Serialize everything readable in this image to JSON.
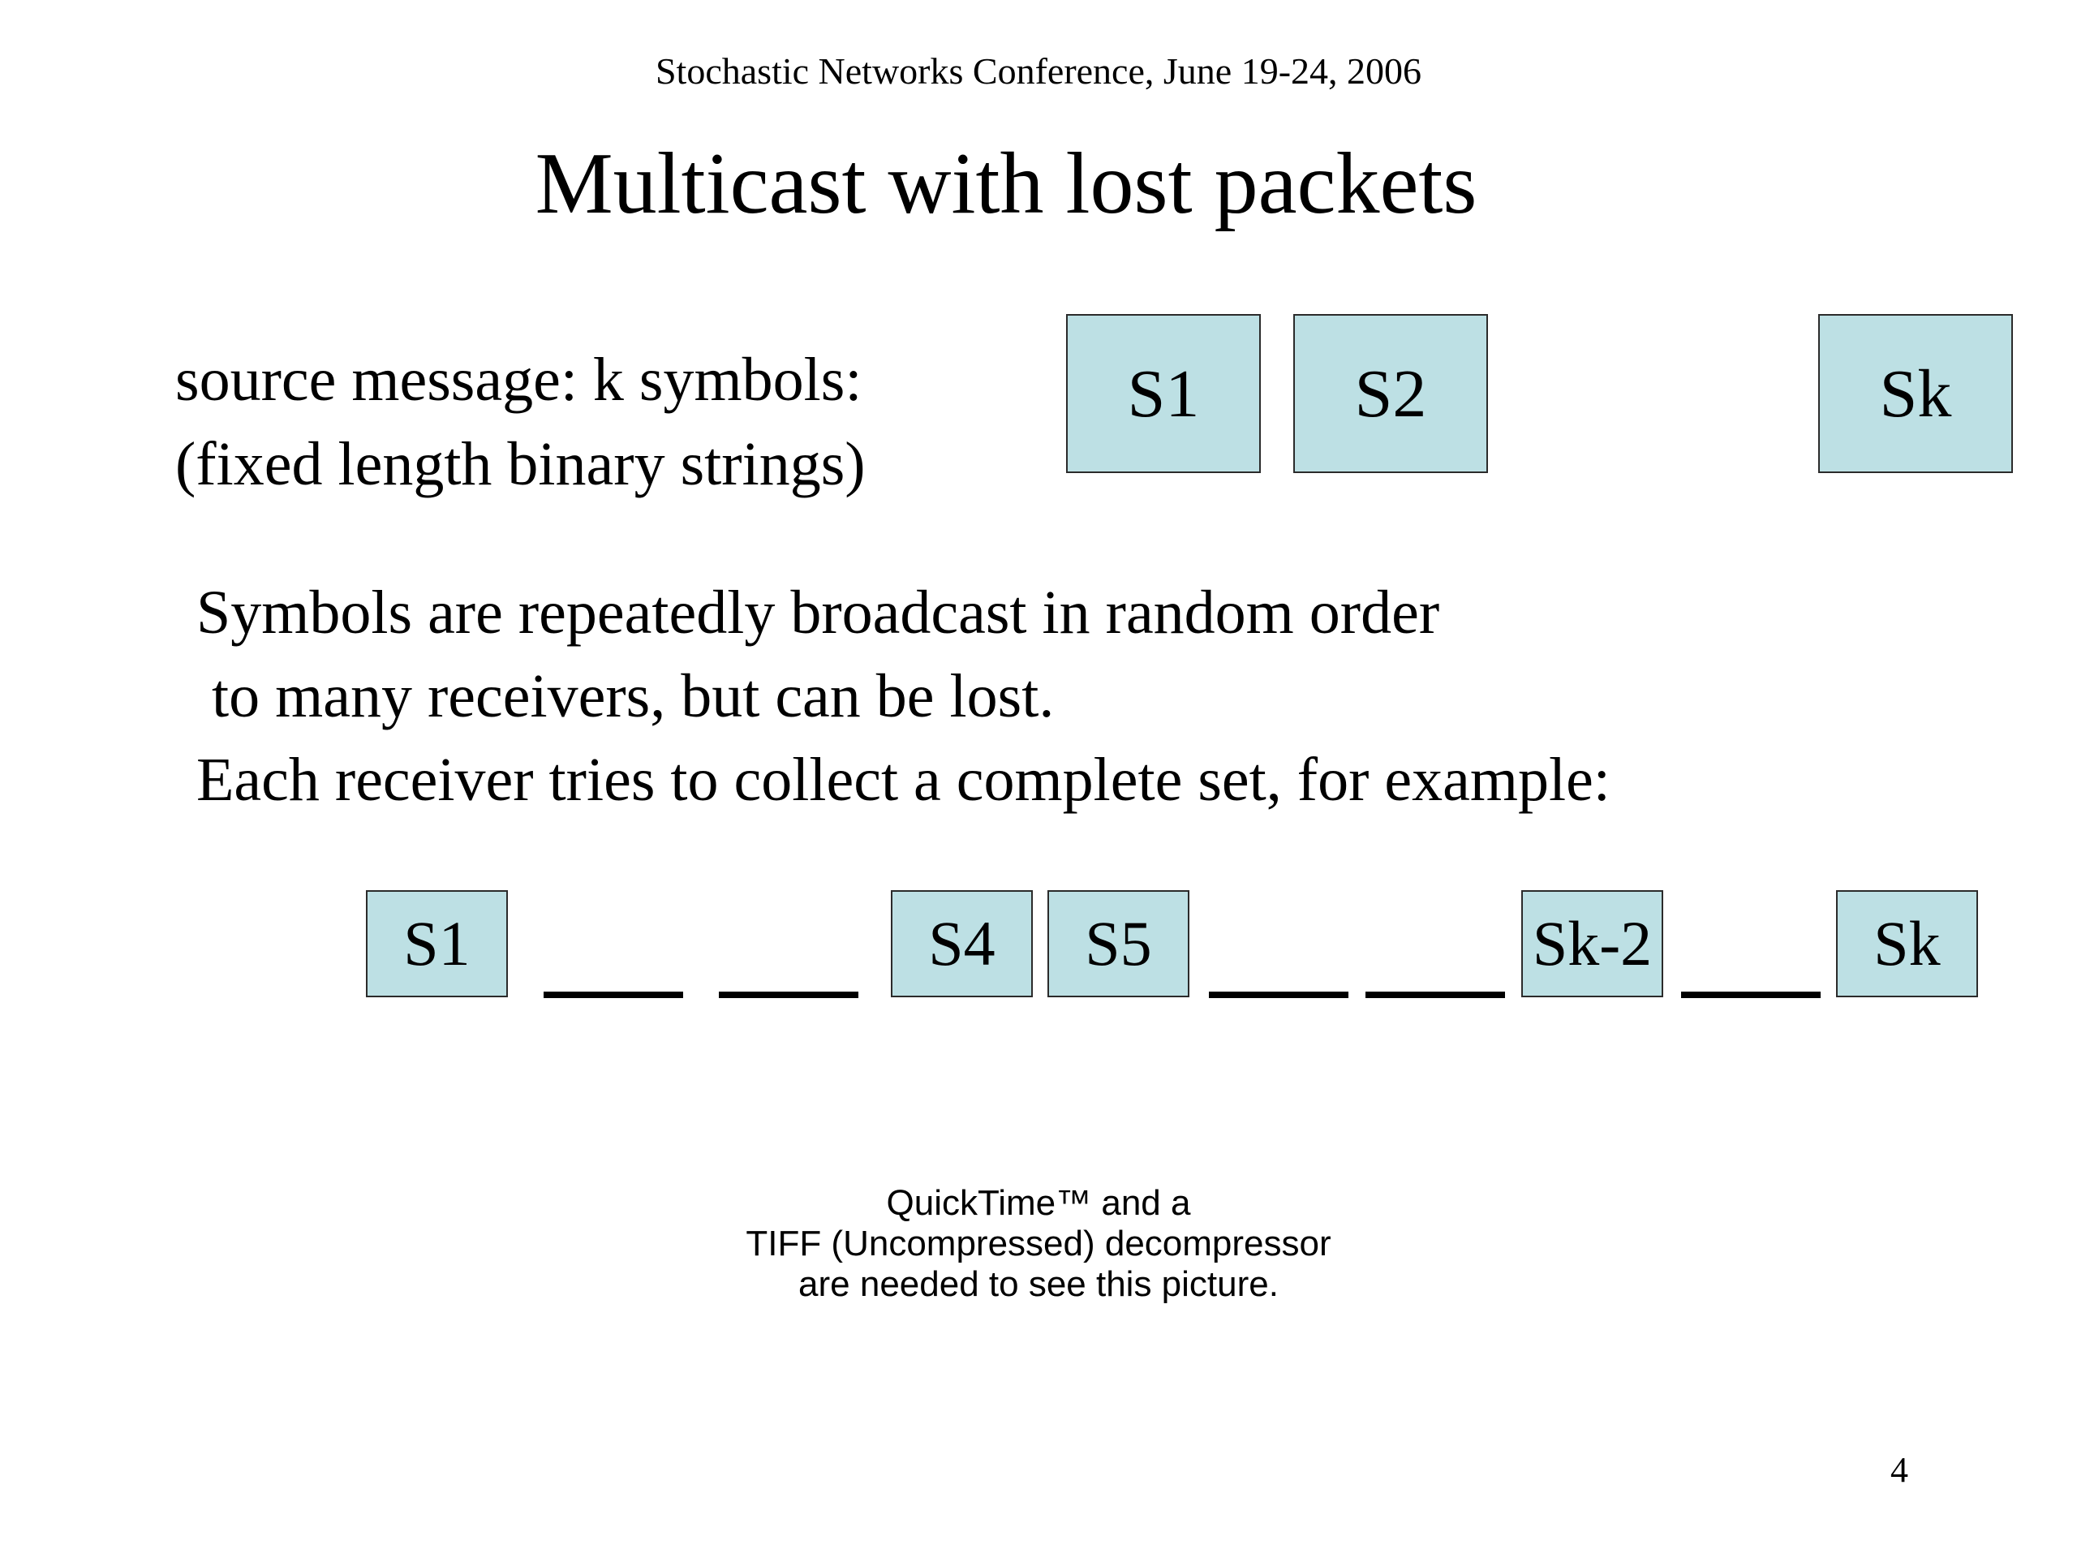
{
  "header": "Stochastic Networks Conference, June 19-24, 2006",
  "title": "Multicast with lost packets",
  "source_message": {
    "line1": "source message: k symbols:",
    "line2": "(fixed length binary strings)",
    "symbols": [
      "S1",
      "S2",
      "Sk"
    ],
    "box_color": "#bde0e4"
  },
  "body": {
    "line1": "Symbols are repeatedly broadcast in random order",
    "line2": " to many receivers, but can be lost.",
    "line3": "Each receiver tries to collect a complete set, for example:"
  },
  "example_sequence": [
    "S1",
    "",
    "",
    "S4",
    "S5",
    "",
    "",
    "Sk-2",
    "",
    "Sk"
  ],
  "placeholder_image": {
    "line1": "QuickTime™ and a",
    "line2": "TIFF (Uncompressed) decompressor",
    "line3": "are needed to see this picture."
  },
  "page_number": "4"
}
